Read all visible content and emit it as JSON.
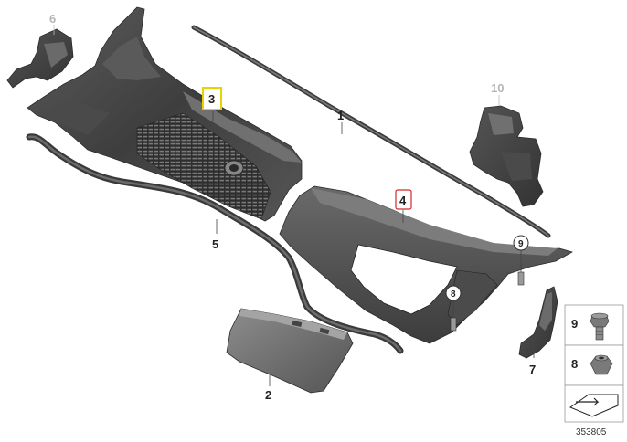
{
  "callouts": {
    "p1": "1",
    "p2": "2",
    "p3": "3",
    "p4": "4",
    "p5": "5",
    "p6": "6",
    "p7": "7",
    "p8": "8",
    "p9": "9",
    "p10": "10"
  },
  "legend": {
    "item9": "9",
    "item8": "8"
  },
  "reference_number": "353805",
  "colors": {
    "part_dark": "#4a4a4a",
    "part_mid": "#6b6b6b",
    "part_light": "#8a8a8a",
    "highlight_yellow": "#e8d200",
    "highlight_red": "#d22a2a",
    "inactive_grey": "#b5b5b5"
  }
}
